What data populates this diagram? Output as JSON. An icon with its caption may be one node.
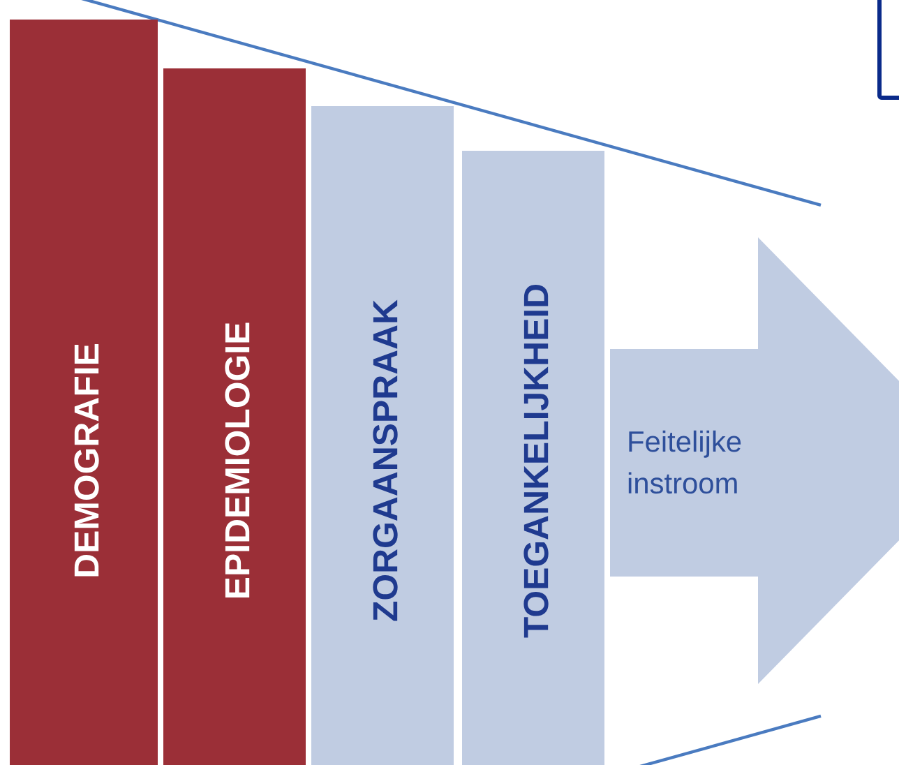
{
  "diagram": {
    "nodes": [
      {
        "text": [
          "DEMOGRAFIE"
        ]
      },
      {
        "text": [
          "EPIDEMIOLOGIE"
        ]
      },
      {
        "text": [
          "ZORGAANSPRAAK"
        ]
      },
      {
        "text": [
          "TOEGANKELIJKHEID"
        ]
      },
      {
        "text": [
          "Feitelijke instroom"
        ]
      },
      {
        "text": [],
        "shape": "box"
      }
    ]
  }
}
